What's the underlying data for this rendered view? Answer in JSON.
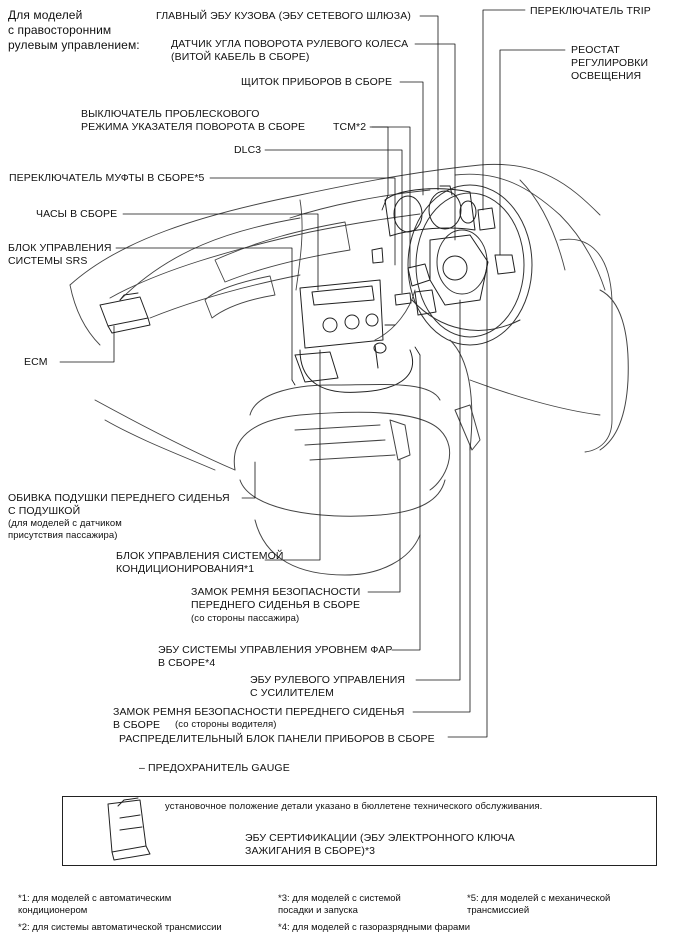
{
  "header": {
    "model_note": "Для моделей\nс правосторонним\nрулевым управлением:"
  },
  "callouts": {
    "body_ecu": "ГЛАВНЫЙ ЭБУ КУЗОВА (ЭБУ СЕТЕВОГО ШЛЮЗА)",
    "trip_switch": "ПЕРЕКЛЮЧАТЕЛЬ TRIP",
    "steering_angle_sensor": "ДАТЧИК УГЛА ПОВОРОТА РУЛЕВОГО КОЛЕСА\n(ВИТОЙ КАБЕЛЬ В СБОРЕ)",
    "rheostat": "РЕОСТАТ\nРЕГУЛИРОВКИ\nОСВЕЩЕНИЯ",
    "combination_meter": "ЩИТОК ПРИБОРОВ В СБОРЕ",
    "turn_signal_flasher": "ВЫКЛЮЧАТЕЛЬ ПРОБЛЕСКОВОГО\nРЕЖИМА УКАЗАТЕЛЯ ПОВОРОТА В СБОРЕ",
    "tcm": "TCM*2",
    "dlc3": "DLC3",
    "clutch_switch": "ПЕРЕКЛЮЧАТЕЛЬ МУФТЫ В СБОРЕ*5",
    "clock": "ЧАСЫ В СБОРЕ",
    "srs_unit": "БЛОК УПРАВЛЕНИЯ\nСИСТЕМЫ SRS",
    "ecm": "ECM",
    "seat_cushion": "ОБИВКА ПОДУШКИ ПЕРЕДНЕГО СИДЕНЬЯ\nС ПОДУШКОЙ",
    "seat_cushion_note": "(для моделей с датчиком\nприсутствия пассажира)",
    "ac_amplifier": "БЛОК УПРАВЛЕНИЯ СИСТЕМОЙ\nКОНДИЦИОНИРОВАНИЯ*1",
    "passenger_buckle": "ЗАМОК РЕМНЯ БЕЗОПАСНОСТИ\nПЕРЕДНЕГО СИДЕНЬЯ В СБОРЕ",
    "passenger_buckle_note": "(со стороны пассажира)",
    "headlamp_leveling_ecu": "ЭБУ СИСТЕМЫ УПРАВЛЕНИЯ УРОВНЕМ ФАР\nВ СБОРЕ*4",
    "power_steering_ecu": "ЭБУ РУЛЕВОГО УПРАВЛЕНИЯ\nС УСИЛИТЕЛЕМ",
    "driver_buckle": "ЗАМОК РЕМНЯ БЕЗОПАСНОСТИ ПЕРЕДНЕГО СИДЕНЬЯ\nВ СБОРЕ",
    "driver_buckle_note": "(со стороны водителя)",
    "instrument_junction_block": "РАСПРЕДЕЛИТЕЛЬНЫЙ БЛОК ПАНЕЛИ ПРИБОРОВ В СБОРЕ",
    "gauge_fuse": "– ПРЕДОХРАНИТЕЛЬ GAUGE"
  },
  "legend": {
    "note": "установочное положение детали указано в бюллетене технического обслуживания.",
    "certification_ecu": "ЭБУ СЕРТИФИКАЦИИ (ЭБУ ЭЛЕКТРОННОГО КЛЮЧА\nЗАЖИГАНИЯ В СБОРЕ)*3"
  },
  "footnotes": {
    "f1": "*1: для моделей с автоматическим\nкондиционером",
    "f2": "*2: для системы автоматической трансмиссии",
    "f3": "*3: для моделей с системой\nпосадки и запуска",
    "f4": "*4: для моделей с газоразрядными фарами",
    "f5": "*5: для моделей с механической\nтрансмиссией"
  }
}
